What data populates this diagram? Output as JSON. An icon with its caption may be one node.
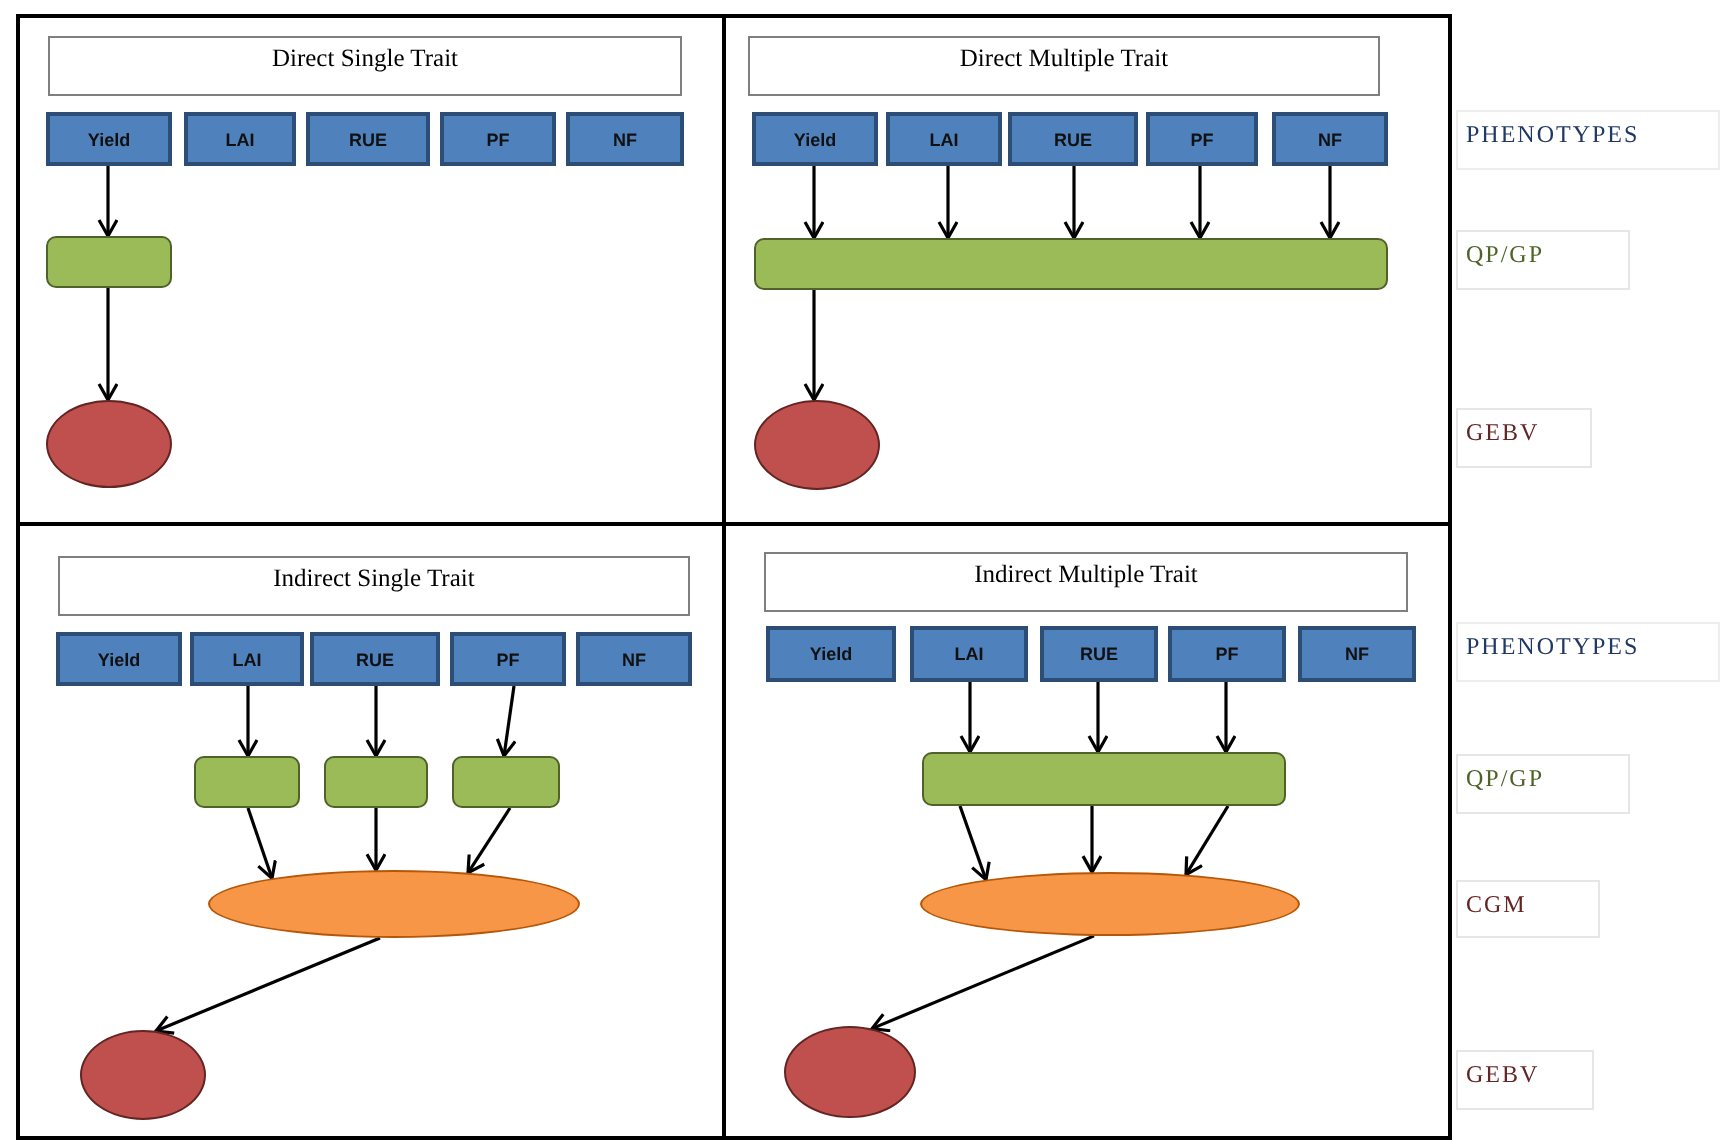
{
  "diagram": {
    "nodes": [
      {
        "text": [],
        "shape": "box"
      },
      {
        "text": [
          "Direct Single Trait"
        ],
        "in": 0
      },
      {
        "text": [
          "Yield"
        ],
        "in": 0
      },
      {
        "text": [
          "LAI"
        ],
        "in": 0
      },
      {
        "text": [
          "RUE"
        ],
        "in": 0
      },
      {
        "text": [
          "PF"
        ],
        "in": 0
      },
      {
        "text": [
          "NF"
        ],
        "in": 0
      },
      {
        "text": [],
        "shape": "box",
        "in": 0
      },
      {
        "text": [],
        "shape": "circle",
        "in": 0
      },
      {
        "text": [],
        "shape": "box"
      },
      {
        "text": [
          "Direct Multiple Trait"
        ],
        "in": 9
      },
      {
        "text": [
          "Yield"
        ],
        "in": 9
      },
      {
        "text": [
          "LAI"
        ],
        "in": 9
      },
      {
        "text": [
          "RUE"
        ],
        "in": 9
      },
      {
        "text": [
          "PF"
        ],
        "in": 9
      },
      {
        "text": [
          "NF"
        ],
        "in": 9
      },
      {
        "text": [],
        "shape": "box",
        "in": 9
      },
      {
        "text": [],
        "shape": "circle",
        "in": 9
      },
      {
        "text": [],
        "shape": "box"
      },
      {
        "text": [
          "Indirect Single Trait"
        ],
        "in": 18
      },
      {
        "text": [
          "Yield"
        ],
        "in": 18
      },
      {
        "text": [
          "LAI"
        ],
        "in": 18
      },
      {
        "text": [
          "RUE"
        ],
        "in": 18
      },
      {
        "text": [
          "PF"
        ],
        "in": 18
      },
      {
        "text": [
          "NF"
        ],
        "in": 18
      },
      {
        "text": [],
        "shape": "box",
        "in": 18
      },
      {
        "text": [],
        "shape": "box",
        "in": 18
      },
      {
        "text": [],
        "shape": "box",
        "in": 18
      },
      {
        "text": [],
        "shape": "ellipse",
        "in": 18
      },
      {
        "text": [],
        "shape": "circle",
        "in": 18
      },
      {
        "text": [],
        "shape": "box"
      },
      {
        "text": [
          "Indirect Multiple Trait"
        ],
        "in": 30
      },
      {
        "text": [
          "Yield"
        ],
        "in": 30
      },
      {
        "text": [
          "LAI"
        ],
        "in": 30
      },
      {
        "text": [
          "RUE"
        ],
        "in": 30
      },
      {
        "text": [
          "PF"
        ],
        "in": 30
      },
      {
        "text": [
          "NF"
        ],
        "in": 30
      },
      {
        "text": [],
        "shape": "box",
        "in": 30
      },
      {
        "text": [],
        "shape": "ellipse",
        "in": 30
      },
      {
        "text": [],
        "shape": "circle",
        "in": 30
      },
      {
        "text": [
          "PHENOTYPES"
        ]
      },
      {
        "text": [
          "QP/GP"
        ]
      },
      {
        "text": [
          "GEBV"
        ]
      },
      {
        "text": [
          "PHENOTYPES"
        ]
      },
      {
        "text": [
          "QP/GP"
        ]
      },
      {
        "text": [
          "CGM"
        ]
      },
      {
        "text": [
          "GEBV"
        ]
      }
    ],
    "edges": [
      {
        "from": 2,
        "to": 7,
        "arrow": "to"
      },
      {
        "from": 7,
        "to": 8,
        "arrow": "to"
      },
      {
        "from": 11,
        "to": 16,
        "arrow": "to"
      },
      {
        "from": 12,
        "to": 16,
        "arrow": "to"
      },
      {
        "from": 13,
        "to": 16,
        "arrow": "to"
      },
      {
        "from": 14,
        "to": 16,
        "arrow": "to"
      },
      {
        "from": 15,
        "to": 16,
        "arrow": "to"
      },
      {
        "from": 16,
        "to": 17,
        "arrow": "to"
      },
      {
        "from": 21,
        "to": 25,
        "arrow": "to"
      },
      {
        "from": 22,
        "to": 26,
        "arrow": "to"
      },
      {
        "from": 23,
        "to": 27,
        "arrow": "to"
      },
      {
        "from": 25,
        "to": 28,
        "arrow": "to"
      },
      {
        "from": 26,
        "to": 28,
        "arrow": "to"
      },
      {
        "from": 27,
        "to": 28,
        "arrow": "to"
      },
      {
        "from": 28,
        "to": 29,
        "arrow": "to"
      },
      {
        "from": 33,
        "to": 37,
        "arrow": "to"
      },
      {
        "from": 34,
        "to": 37,
        "arrow": "to"
      },
      {
        "from": 35,
        "to": 37,
        "arrow": "to"
      },
      {
        "from": 37,
        "to": 38,
        "arrow": "to"
      },
      {
        "from": 37,
        "to": 38,
        "arrow": "to"
      },
      {
        "from": 37,
        "to": 38,
        "arrow": "to"
      },
      {
        "from": 38,
        "to": 39,
        "arrow": "to"
      }
    ]
  }
}
